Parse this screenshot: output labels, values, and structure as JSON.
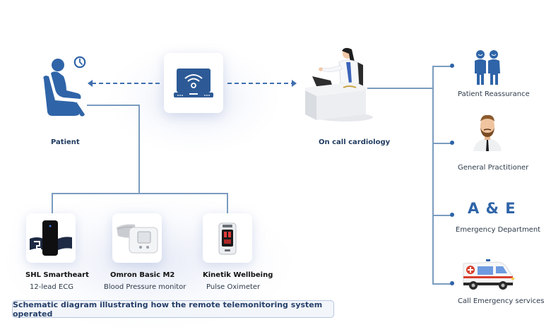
{
  "diagram": {
    "patient": {
      "label": "Patient",
      "icon": "seated-patient-icon",
      "clock_icon": "clock-icon"
    },
    "link_device": {
      "icon": "laptop-wifi-icon"
    },
    "cardiology": {
      "label": "On call cardiology",
      "icon": "doctor-at-desk-icon"
    },
    "outcomes": [
      {
        "label": "Patient Reassurance",
        "icon": "two-people-icon"
      },
      {
        "label": "General Practitioner",
        "icon": "doctor-man-icon"
      },
      {
        "label": "Emergency Department",
        "badge": "A & E"
      },
      {
        "label": "Call Emergency services",
        "icon": "ambulance-icon"
      }
    ],
    "devices": [
      {
        "name": "SHL Smartheart",
        "type": "12-lead ECG",
        "icon": "ecg-device-icon"
      },
      {
        "name": "Omron Basic M2",
        "type": "Blood Pressure monitor",
        "icon": "blood-pressure-monitor-icon"
      },
      {
        "name": "Kinetik Wellbeing",
        "type": "Pulse Oximeter",
        "icon": "pulse-oximeter-icon"
      }
    ],
    "caption": "Schematic diagram illustrating how the remote telemonitoring system operated"
  },
  "colors": {
    "accent": "#2f64a8",
    "line": "#7a9cbf",
    "text_dark": "#1f3a5f"
  }
}
